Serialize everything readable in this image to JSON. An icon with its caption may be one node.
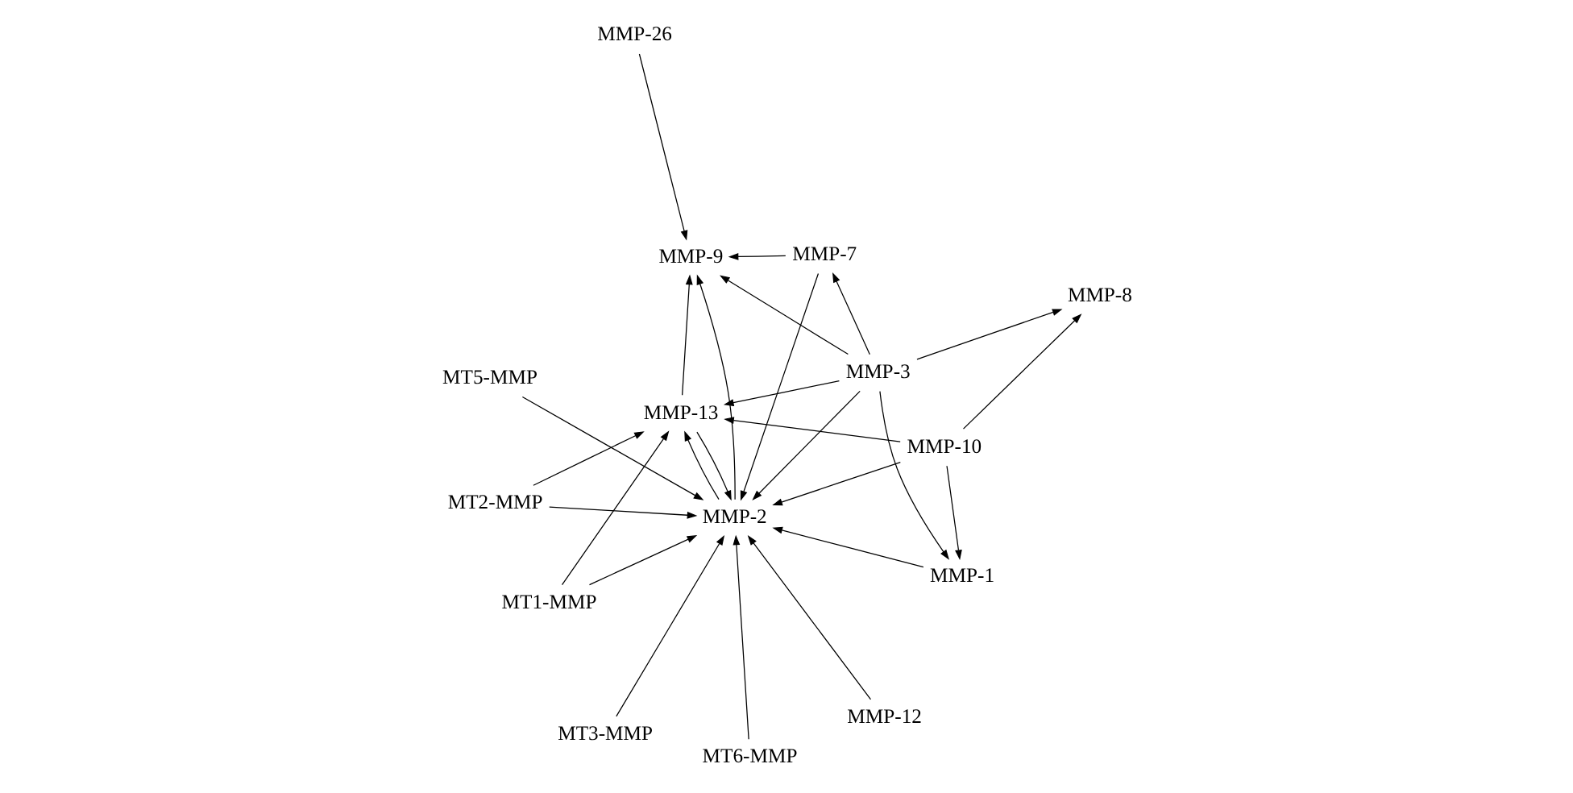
{
  "diagram": {
    "nodes": [
      {
        "text": [
          "MMP-1"
        ]
      },
      {
        "text": [
          "MMP-12"
        ]
      },
      {
        "text": [
          "MT3-MMP"
        ]
      },
      {
        "text": [
          "MT5-MMP"
        ]
      },
      {
        "text": [
          "MMP-8"
        ]
      },
      {
        "text": [
          "MMP-3"
        ]
      },
      {
        "text": [
          "MMP-2"
        ]
      },
      {
        "text": [
          "MT6-MMP"
        ]
      },
      {
        "text": [
          "MMP-7"
        ]
      },
      {
        "text": [
          "MT1-MMP"
        ]
      },
      {
        "text": [
          "MMP-10"
        ]
      },
      {
        "text": [
          "MT2-MMP"
        ]
      },
      {
        "text": [
          "MMP-9"
        ]
      },
      {
        "text": [
          "MMP-13"
        ]
      },
      {
        "text": [
          "MMP-26"
        ]
      }
    ],
    "edges": [
      {
        "from": 0,
        "to": 6,
        "arrow": "to"
      },
      {
        "from": 5,
        "to": 0,
        "arrow": "to"
      },
      {
        "from": 5,
        "to": 4,
        "arrow": "to"
      },
      {
        "from": 5,
        "to": 6,
        "arrow": "to"
      },
      {
        "from": 5,
        "to": 8,
        "arrow": "to"
      },
      {
        "from": 5,
        "to": 12,
        "arrow": "to"
      },
      {
        "from": 5,
        "to": 13,
        "arrow": "to"
      },
      {
        "from": 10,
        "to": 0,
        "arrow": "to"
      },
      {
        "from": 10,
        "to": 4,
        "arrow": "to"
      },
      {
        "from": 10,
        "to": 6,
        "arrow": "to"
      },
      {
        "from": 10,
        "to": 13,
        "arrow": "to"
      },
      {
        "from": 8,
        "to": 6,
        "arrow": "to"
      },
      {
        "from": 8,
        "to": 12,
        "arrow": "to"
      },
      {
        "from": 6,
        "to": 12,
        "arrow": "to"
      },
      {
        "from": 13,
        "to": 6,
        "arrow": "to"
      },
      {
        "from": 6,
        "to": 13,
        "arrow": "to"
      },
      {
        "from": 13,
        "to": 12,
        "arrow": "to"
      },
      {
        "from": 1,
        "to": 6,
        "arrow": "to"
      },
      {
        "from": 2,
        "to": 6,
        "arrow": "to"
      },
      {
        "from": 3,
        "to": 6,
        "arrow": "to"
      },
      {
        "from": 7,
        "to": 6,
        "arrow": "to"
      },
      {
        "from": 9,
        "to": 6,
        "arrow": "to"
      },
      {
        "from": 11,
        "to": 6,
        "arrow": "to"
      },
      {
        "from": 11,
        "to": 13,
        "arrow": "to"
      },
      {
        "from": 9,
        "to": 13,
        "arrow": "to"
      },
      {
        "from": 14,
        "to": 12,
        "arrow": "to"
      }
    ]
  }
}
